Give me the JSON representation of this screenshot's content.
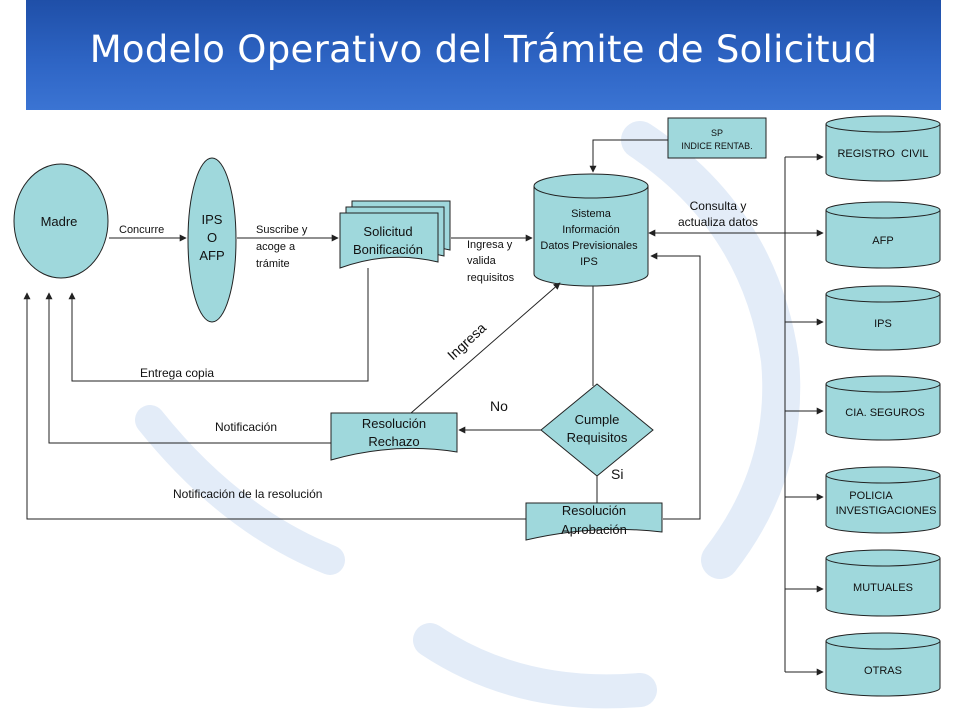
{
  "title": "Modelo Operativo del Trámite de Solicitud",
  "colors": {
    "banner": "#2b5fbf",
    "node_fill": "#9fd8dc",
    "stroke": "#222222",
    "watermark": "#e3ecf8"
  },
  "nodes": {
    "madre": "Madre",
    "ips_afp": [
      "IPS",
      "O",
      "AFP"
    ],
    "solicitud": [
      "Solicitud",
      "Bonificación"
    ],
    "sistema": [
      "Sistema",
      "Información",
      "Datos Previsionales",
      "IPS"
    ],
    "sp": [
      "SP",
      "INDICE RENTAB."
    ],
    "cumple": [
      "Cumple",
      "Requisitos"
    ],
    "rechazo": [
      "Resolución",
      "Rechazo"
    ],
    "aprobacion": [
      "Resolución",
      "Aprobación"
    ]
  },
  "entities": [
    "REGISTRO  CIVIL",
    "AFP",
    "IPS",
    "CIA. SEGUROS",
    "POLICIA",
    "INVESTIGACIONES",
    "MUTUALES",
    "OTRAS"
  ],
  "labels": {
    "concurre": "Concurre",
    "suscribe": [
      "Suscribe y",
      "acoge a",
      "trámite"
    ],
    "ingresa_valida": [
      "Ingresa y",
      "valida",
      "requisitos"
    ],
    "consulta": [
      "Consulta y",
      "actualiza datos"
    ],
    "ingresa": "Ingresa",
    "no": "No",
    "si": "Si",
    "entrega": "Entrega copia",
    "notificacion": "Notificación",
    "notif_resolucion": "Notificación de la resolución"
  }
}
